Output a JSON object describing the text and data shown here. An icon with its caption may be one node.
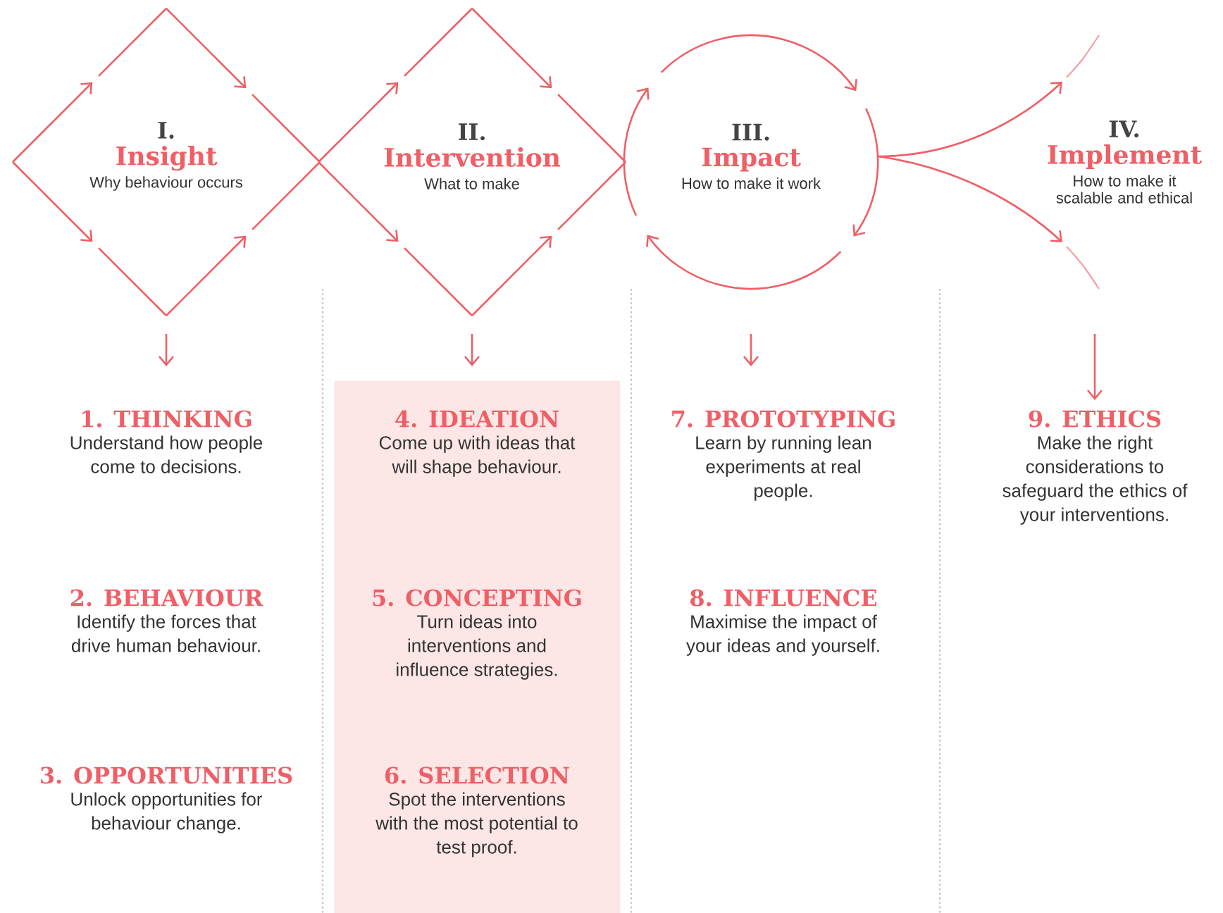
{
  "diagram": {
    "nodes": [
      {
        "text": [
          "I.",
          "Insight",
          "Why behaviour occurs"
        ]
      },
      {
        "text": [
          "II.",
          "Intervention",
          "What to make"
        ]
      },
      {
        "text": [
          "III.",
          "Impact",
          "How to make it work"
        ]
      },
      {
        "text": [
          "IV.",
          "Implement",
          "How to make it scalable and ethical"
        ]
      },
      {
        "text": [
          "1. THINKING",
          "Understand how people come to decisions."
        ]
      },
      {
        "text": [
          "2. BEHAVIOUR",
          "Identify the forces that drive human behaviour."
        ]
      },
      {
        "text": [
          "3. OPPORTUNITIES",
          "Unlock opportunities for behaviour change."
        ]
      },
      {
        "text": [],
        "shape": "box"
      },
      {
        "text": [
          "4. IDEATION",
          "Come up with ideas that will shape behaviour."
        ],
        "in": 7
      },
      {
        "text": [
          "5. CONCEPTING",
          "Turn ideas into interventions and influence strategies."
        ],
        "in": 7
      },
      {
        "text": [
          "6. SELECTION",
          "Spot the interventions with the most potential to test proof."
        ],
        "in": 7
      },
      {
        "text": [
          "7. PROTOTYPING",
          "Learn by running lean experiments at real people."
        ]
      },
      {
        "text": [
          "8. INFLUENCE",
          "Maximise the impact of your ideas and yourself."
        ]
      },
      {
        "text": [
          "9. ETHICS",
          "Make the right considerations to safeguard the ethics of your interventions."
        ]
      }
    ],
    "edges": [
      {
        "from": 0,
        "to": 4,
        "arrow": "to"
      },
      {
        "from": 1,
        "to": 7,
        "arrow": "to"
      },
      {
        "from": 2,
        "to": 11,
        "arrow": "to"
      },
      {
        "from": null,
        "to": 13,
        "arrow": "to"
      },
      {
        "from": 2,
        "to": 3,
        "arrow": "to"
      },
      {
        "from": 2,
        "to": 3,
        "arrow": "to"
      }
    ]
  }
}
